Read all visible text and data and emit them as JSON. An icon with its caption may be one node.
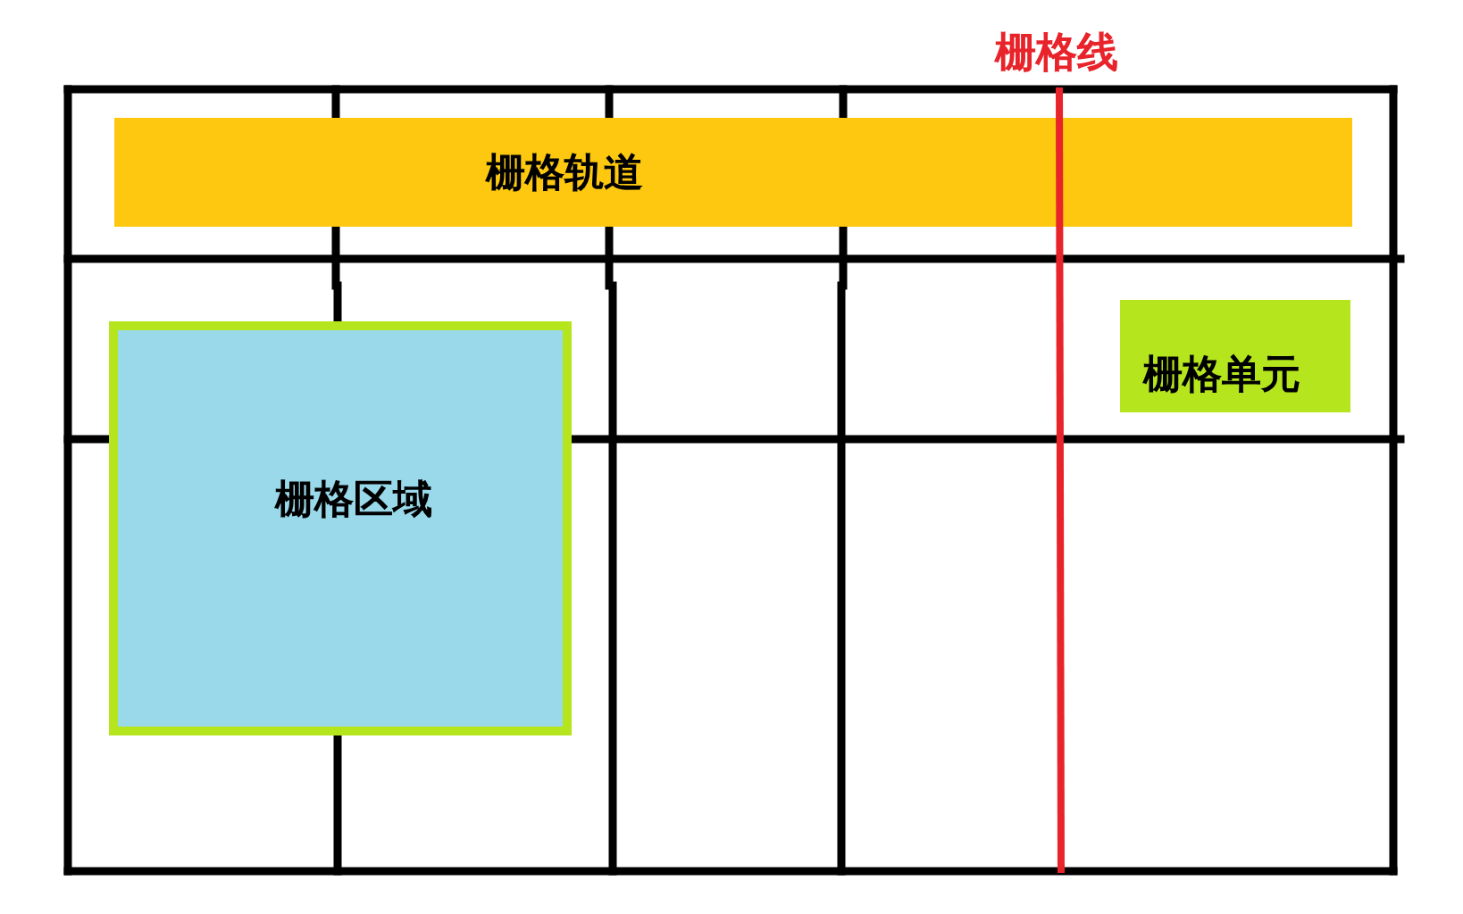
{
  "diagram": {
    "nodes": [
      {
        "text": [
          "栅格轨道"
        ]
      },
      {
        "text": [
          "栅格区域"
        ]
      },
      {
        "text": [
          "栅格单元"
        ]
      }
    ],
    "labels": [
      "栅格线"
    ]
  }
}
